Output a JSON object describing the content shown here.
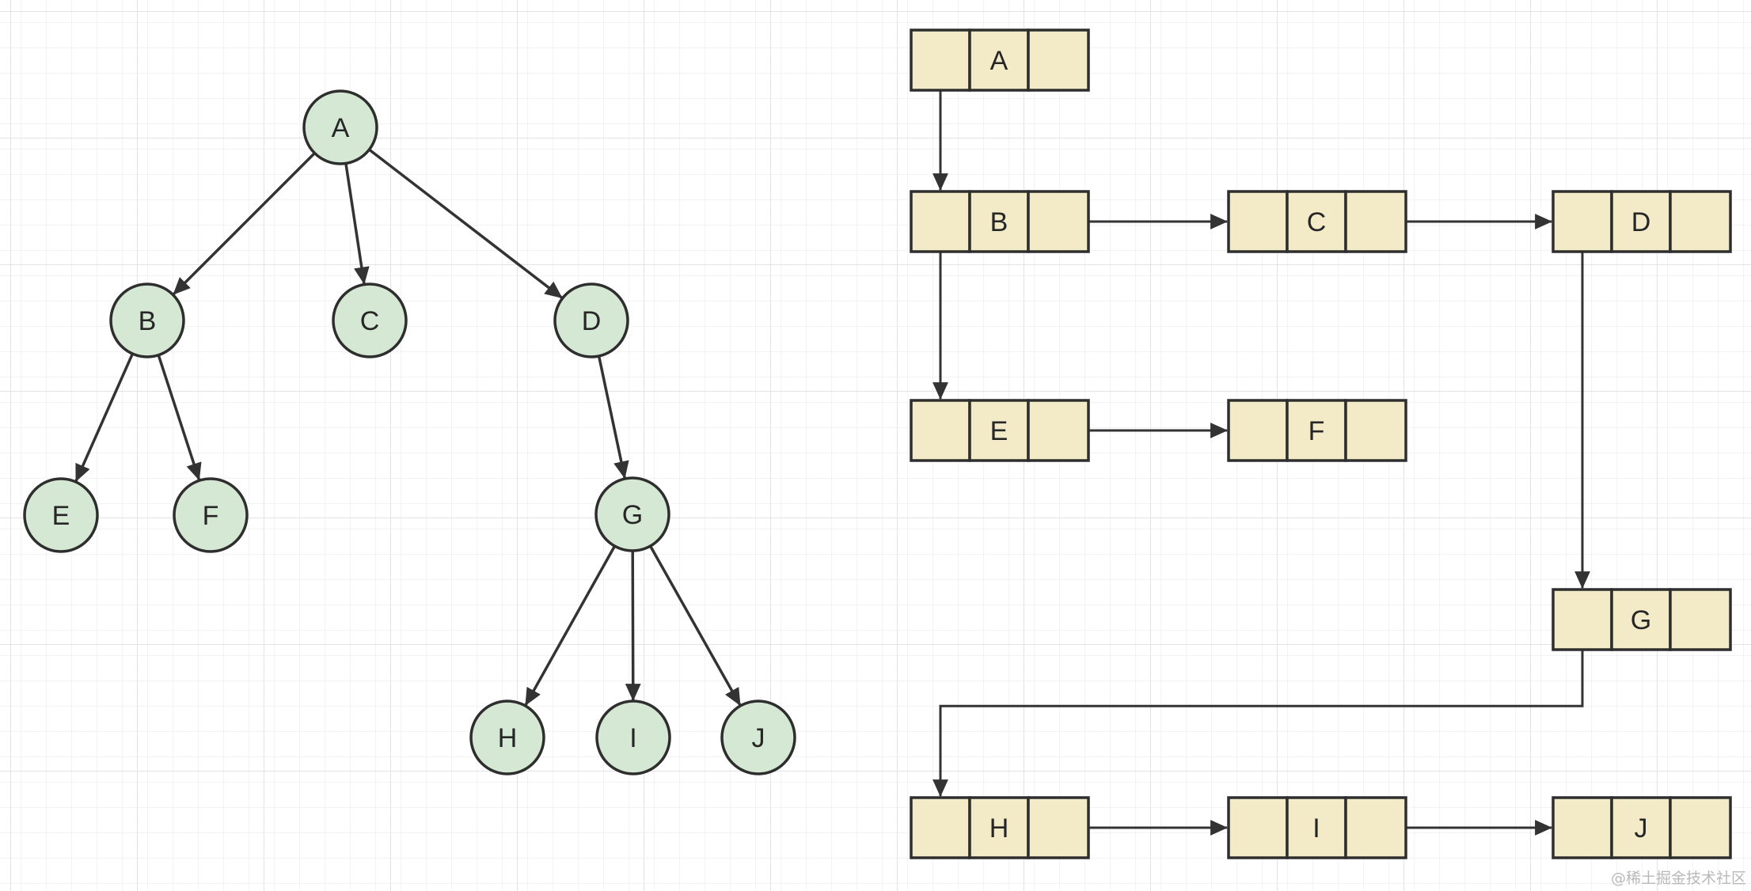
{
  "colors": {
    "background": "#ffffff",
    "grid_minor": "#f1f1f1",
    "grid_major": "#e3e3e3",
    "tree_node_fill": "#d5e8d4",
    "tree_node_stroke": "#2e2e2e",
    "list_cell_fill": "#f3ebc8",
    "list_cell_stroke": "#2e2e2e",
    "edge_color": "#333333",
    "label_color": "#262626"
  },
  "tree": {
    "nodes": [
      "A",
      "B",
      "C",
      "D",
      "E",
      "F",
      "G",
      "H",
      "I",
      "J"
    ],
    "edges": [
      [
        "A",
        "B"
      ],
      [
        "A",
        "C"
      ],
      [
        "A",
        "D"
      ],
      [
        "B",
        "E"
      ],
      [
        "B",
        "F"
      ],
      [
        "D",
        "G"
      ],
      [
        "G",
        "H"
      ],
      [
        "G",
        "I"
      ],
      [
        "G",
        "J"
      ]
    ]
  },
  "child_sibling_list": {
    "records": [
      "A",
      "B",
      "C",
      "D",
      "E",
      "F",
      "G",
      "H",
      "I",
      "J"
    ],
    "child_links": [
      [
        "A",
        "B"
      ],
      [
        "B",
        "E"
      ],
      [
        "D",
        "G"
      ],
      [
        "G",
        "H"
      ]
    ],
    "sibling_links": [
      [
        "B",
        "C"
      ],
      [
        "C",
        "D"
      ],
      [
        "E",
        "F"
      ],
      [
        "H",
        "I"
      ],
      [
        "I",
        "J"
      ]
    ]
  },
  "watermark": "@稀土掘金技术社区"
}
